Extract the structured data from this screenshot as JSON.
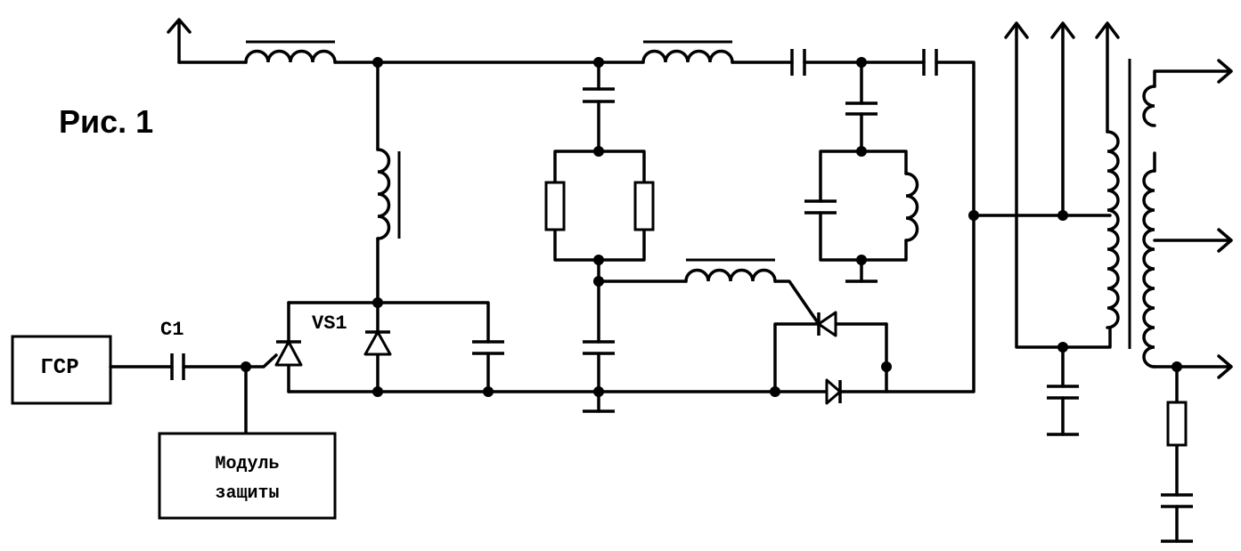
{
  "figure": {
    "title": "Рис. 1"
  },
  "blocks": {
    "generator_label": "ГСР",
    "protection_line1": "Модуль",
    "protection_line2": "защиты"
  },
  "components": {
    "c1_label": "C1",
    "vs1_label": "VS1"
  }
}
